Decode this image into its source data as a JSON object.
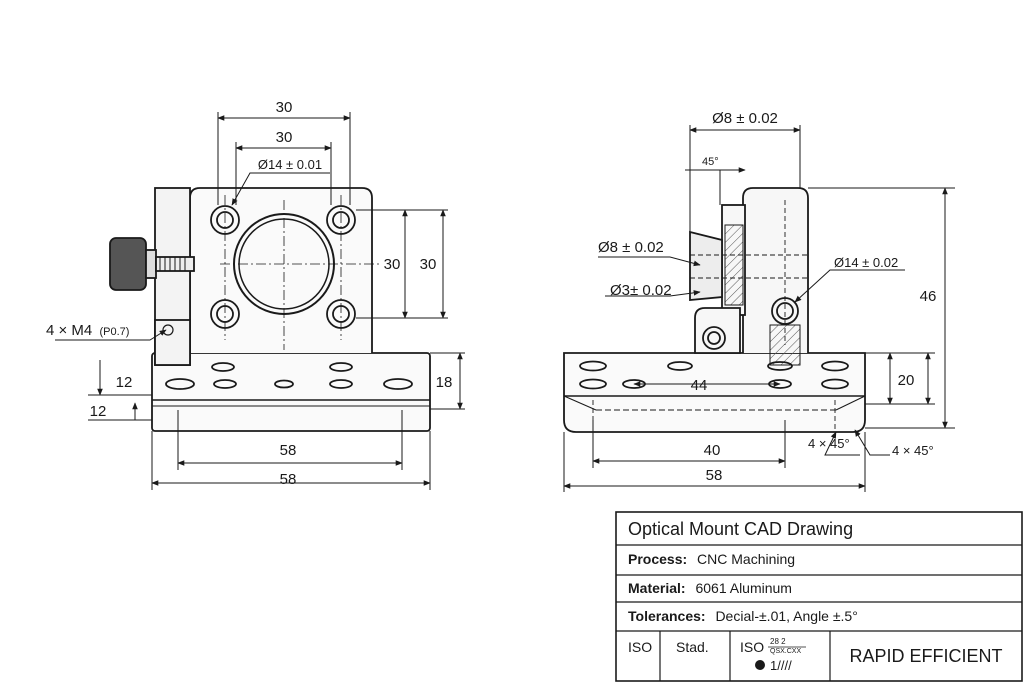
{
  "front_view": {
    "dim_top_outer": "30",
    "dim_top_inner": "30",
    "bore_note": "Ø14 ± 0.01",
    "vert_inner": "30",
    "vert_outer": "30",
    "thread_note_main": "4 × M4",
    "thread_note_pitch": "(P0.7)",
    "left_dim_a": "12",
    "left_dim_b": "12",
    "height_base": "18",
    "width_inner": "58",
    "width_outer": "58"
  },
  "side_view": {
    "top_dia": "Ø8 ± 0.02",
    "chamfer_angle": "45°",
    "left_dia_a": "Ø8 ± 0.02",
    "left_dia_b": "Ø3± 0.02",
    "right_dia": "Ø14 ± 0.02",
    "height_total": "46",
    "height_base": "20",
    "hole_spacing": "44",
    "inner_width": "40",
    "chamfer_inner": "4 × 45°",
    "chamfer_outer": "4 × 45°",
    "overall_width": "58"
  },
  "title_block": {
    "title": "Optical Mount CAD Drawing",
    "process_label": "Process:",
    "process_value": "CNC Machining",
    "material_label": "Material:",
    "material_value": "6061 Aluminum",
    "tolerances_label": "Tolerances:",
    "tolerances_value": "Decial-±.01, Angle ±.5°",
    "iso_label": "ISO",
    "stad_label": "Stad.",
    "iso_std_label": "ISO",
    "iso_std_frac_top": "28  2",
    "iso_std_frac_bottom": "QSX.CXX",
    "iso_std_symbol": "1////",
    "company": "RAPID EFFICIENT"
  }
}
